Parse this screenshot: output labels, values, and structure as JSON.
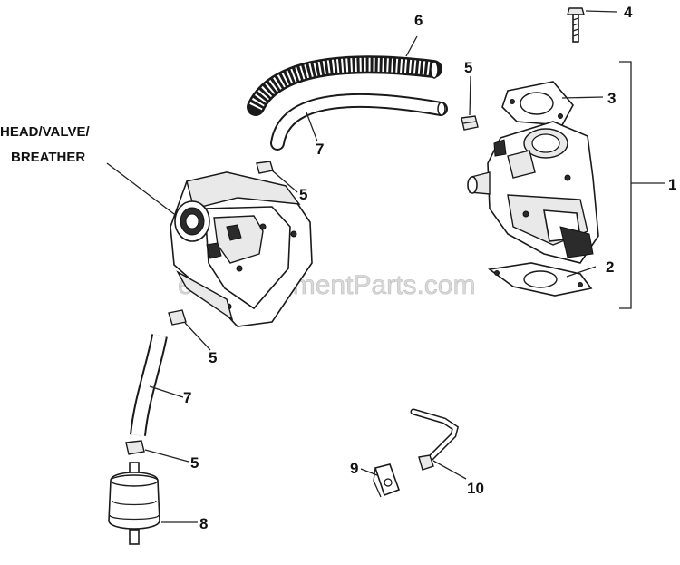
{
  "diagram": {
    "watermark": "eReplacementParts.com",
    "labels": {
      "head_valve_breather_line1": "HEAD/VALVE/",
      "head_valve_breather_line2": "BREATHER",
      "p1": "1",
      "p2": "2",
      "p3": "3",
      "p4": "4",
      "p5a": "5",
      "p5b": "5",
      "p5c": "5",
      "p5d": "5",
      "p6": "6",
      "p7a": "7",
      "p7b": "7",
      "p8": "8",
      "p9": "9",
      "p10": "10"
    }
  }
}
